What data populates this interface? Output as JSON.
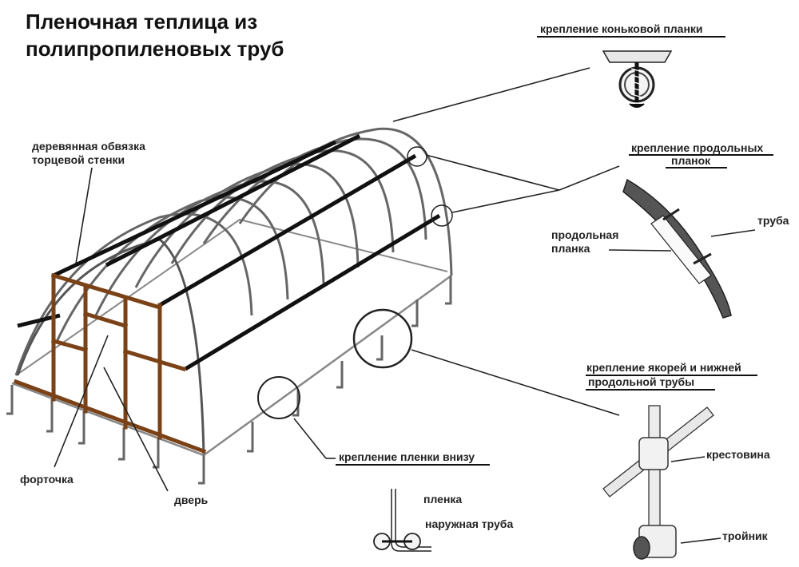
{
  "title": {
    "line1": "Пленочная теплица из",
    "line2": "полипропиленовых труб"
  },
  "callouts": {
    "ridge_fastening": "крепление коньковой планки",
    "longitudinal_fastening_1": "крепление продольных",
    "longitudinal_fastening_2": "планок",
    "anchor_fastening_1": "крепление якорей и нижней",
    "anchor_fastening_2": "продольной трубы",
    "film_fastening": "крепление пленки внизу"
  },
  "labels": {
    "wood_frame_1": "деревянная обвязка",
    "wood_frame_2": "торцевой стенки",
    "window": "форточка",
    "door": "дверь",
    "pipe": "труба",
    "batten_1": "продольная",
    "batten_2": "планка",
    "cross": "крестовина",
    "tee": "тройник",
    "film": "пленка",
    "outer_pipe": "наружная труба"
  },
  "colors": {
    "wood": "#7a4216",
    "pipe": "#555555",
    "batten": "#111111"
  }
}
